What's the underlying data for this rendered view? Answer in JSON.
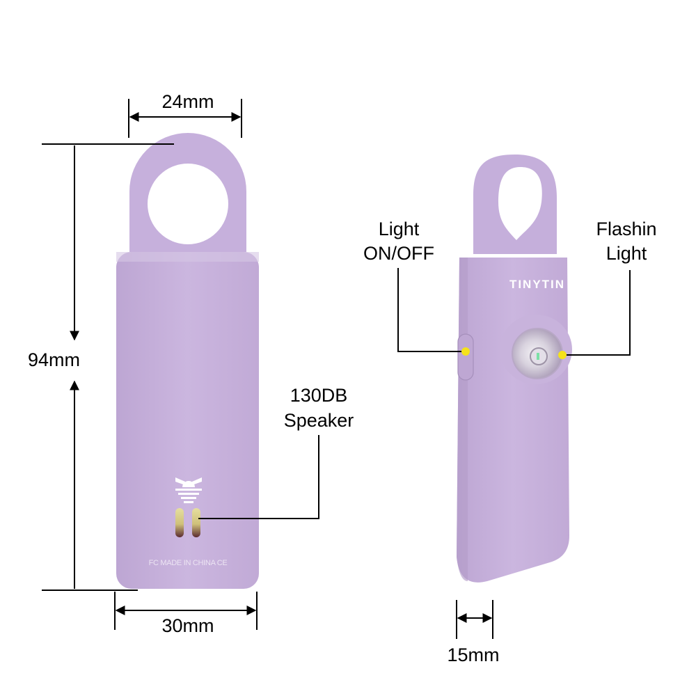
{
  "product": {
    "brand": "TINYTIN",
    "color": "#c9b3dc",
    "color_shade": "#b49cc9",
    "back_marking": "FC MADE IN CHINA CE"
  },
  "dimensions": {
    "width_top": "24mm",
    "height": "94mm",
    "width_bottom": "30mm",
    "thickness": "15mm"
  },
  "callouts": {
    "speaker_line1": "130DB",
    "speaker_line2": "Speaker",
    "light_line1": "Light",
    "light_line2": "ON/OFF",
    "flash_line1": "Flashin",
    "flash_line2": "Light",
    "marker_color": "#f5e21b"
  }
}
